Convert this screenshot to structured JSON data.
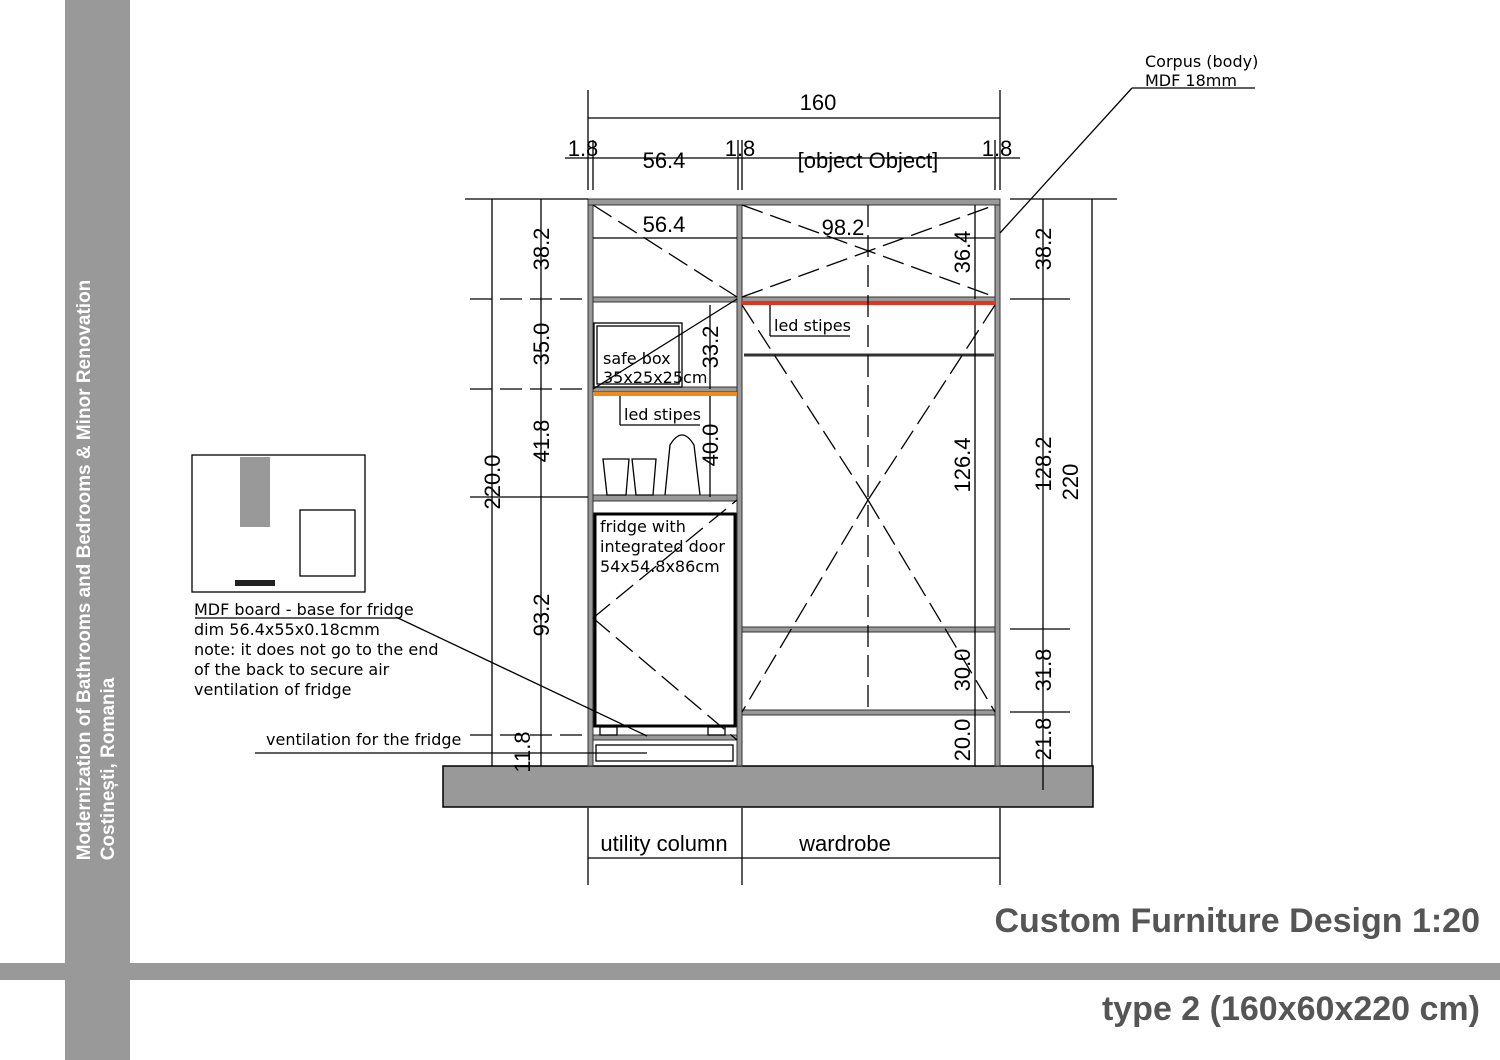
{
  "sidebar": {
    "line1": "Modernization of Bathrooms and Bedrooms & Minor Renovation",
    "line2": "Costinești, Romania"
  },
  "title": "Custom Furniture Design  1:20",
  "subtitle": "type 2 (160x60x220 cm)",
  "dims": {
    "total_width": "160",
    "panel1": "1.8",
    "left_inner": "56.4",
    "panel2": "1.8",
    "right_inner": {
      "hang": "126.4",
      "low": "30.0",
      "base": "20.0"
    },
    "panel3": "1.8",
    "inner_left": "56.4",
    "inner_right": "98.2",
    "top_right": "36.4",
    "left": {
      "total": "220.0",
      "s1": "38.2",
      "s2": "35.0",
      "s3": "41.8",
      "s4": "93.2",
      "s5": "11.8"
    },
    "safe_h": "33.2",
    "glass_h": "40.0",
    "right": {
      "s1": "38.2",
      "s2": "128.2",
      "s3": "31.8",
      "s4": "21.8",
      "total": "220"
    }
  },
  "labels": {
    "corpus1": "Corpus (body)",
    "corpus2": "MDF 18mm",
    "led_right": "led stipes",
    "led_left": "led stipes",
    "safe1": "safe box",
    "safe2": "35x25x25cm",
    "fridge1": "fridge with",
    "fridge2": "integrated door",
    "fridge3": "54x54.8x86cm",
    "mdf": [
      "MDF board - base for fridge",
      "dim 56.4x55x0.18cmm",
      "note: it does not go to the end",
      "of the back to secure air",
      "ventilation of fridge"
    ],
    "vent": "ventilation for the fridge",
    "utility": "utility column",
    "wardrobe": "wardrobe"
  },
  "colors": {
    "led_right": "#e8331c",
    "led_left": "#f08a1c",
    "gray": "#999999"
  }
}
